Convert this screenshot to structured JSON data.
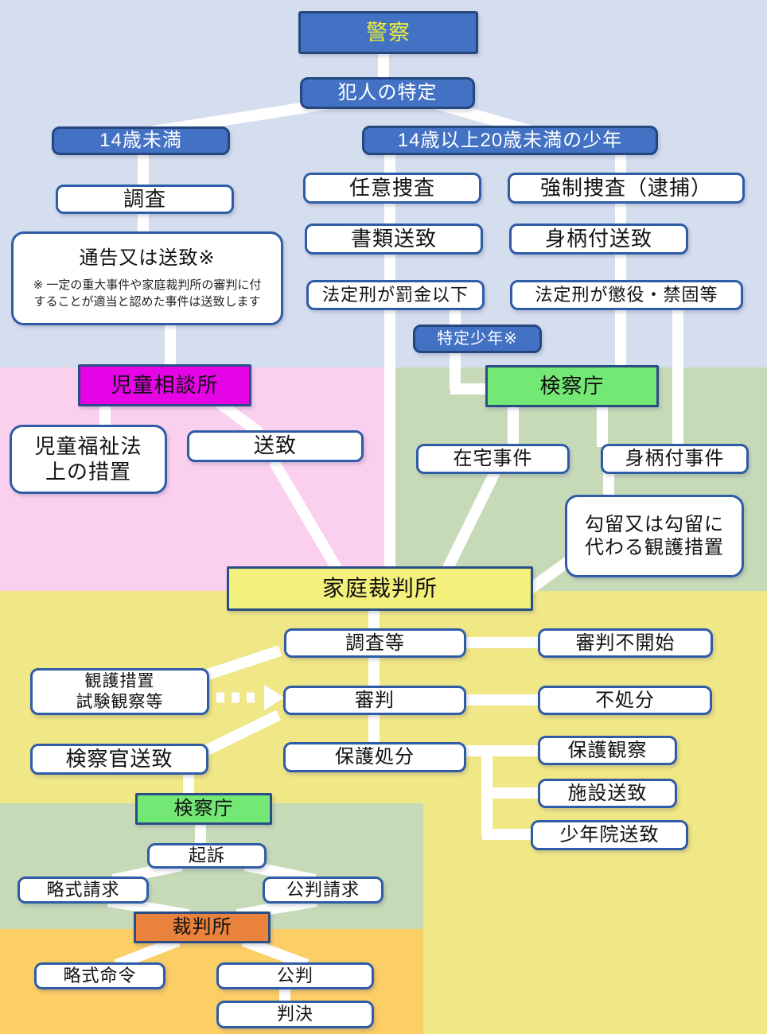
{
  "colors": {
    "bg_top": "#d5deef",
    "bg_pink": "#fbd0ef",
    "bg_green": "#c6dab8",
    "bg_yellow": "#f0e786",
    "bg_orange": "#fbce66",
    "box_blue": "#4372c4",
    "box_blue_border": "#24477e",
    "box_magenta": "#e603e6",
    "box_green": "#74e874",
    "box_yellow": "#f3f07c",
    "box_orange": "#e8823c",
    "white_border": "#2e5ca6",
    "header_border": "#2b4d85",
    "line_white": "#ffffff",
    "police_text": "#eeee3c"
  },
  "nodes": {
    "police": {
      "label": "警察"
    },
    "suspect_identification": {
      "label": "犯人の特定"
    },
    "under_14": {
      "label": "14歳未満"
    },
    "age_14_to_20": {
      "label": "14歳以上20歳未満の少年"
    },
    "investigation": {
      "label": "調査"
    },
    "notice_or_referral": {
      "label": "通告又は送致※",
      "note_line1": "※ 一定の重大事件や家庭裁判所の審判に付",
      "note_line2": "することが適当と認めた事件は送致します"
    },
    "voluntary_investigation": {
      "label": "任意捜査"
    },
    "compulsory_investigation": {
      "label": "強制捜査（逮捕）"
    },
    "document_referral": {
      "label": "書類送致"
    },
    "custody_referral": {
      "label": "身柄付送致"
    },
    "statutory_fine_or_less": {
      "label": "法定刑が罰金以下"
    },
    "statutory_imprisonment": {
      "label": "法定刑が懲役・禁固等"
    },
    "specified_juvenile": {
      "label": "特定少年※"
    },
    "child_consultation_center": {
      "label": "児童相談所"
    },
    "prosecutors_office_upper": {
      "label": "検察庁"
    },
    "child_welfare_measures": {
      "label_line1": "児童福祉法",
      "label_line2": "上の措置"
    },
    "referral": {
      "label": "送致"
    },
    "at_home_case": {
      "label": "在宅事件"
    },
    "custody_case": {
      "label": "身柄付事件"
    },
    "detention_measures": {
      "label_line1": "勾留又は勾留に",
      "label_line2": "代わる観護措置"
    },
    "family_court": {
      "label": "家庭裁判所"
    },
    "investigation_etc": {
      "label": "調査等"
    },
    "no_hearing_started": {
      "label": "審判不開始"
    },
    "protective_custody_observation": {
      "label_line1": "観護措置",
      "label_line2": "試験観察等"
    },
    "hearing": {
      "label": "審判"
    },
    "no_disposition": {
      "label": "不処分"
    },
    "referral_to_prosecutor": {
      "label": "検察官送致"
    },
    "protective_disposition": {
      "label": "保護処分"
    },
    "probation": {
      "label": "保護観察"
    },
    "facility_referral": {
      "label": "施設送致"
    },
    "juvenile_training_school_referral": {
      "label": "少年院送致"
    },
    "prosecutors_office_lower": {
      "label": "検察庁"
    },
    "prosecution": {
      "label": "起訴"
    },
    "summary_request": {
      "label": "略式請求"
    },
    "trial_request": {
      "label": "公判請求"
    },
    "court": {
      "label": "裁判所"
    },
    "summary_order": {
      "label": "略式命令"
    },
    "trial": {
      "label": "公判"
    },
    "judgment": {
      "label": "判決"
    }
  }
}
